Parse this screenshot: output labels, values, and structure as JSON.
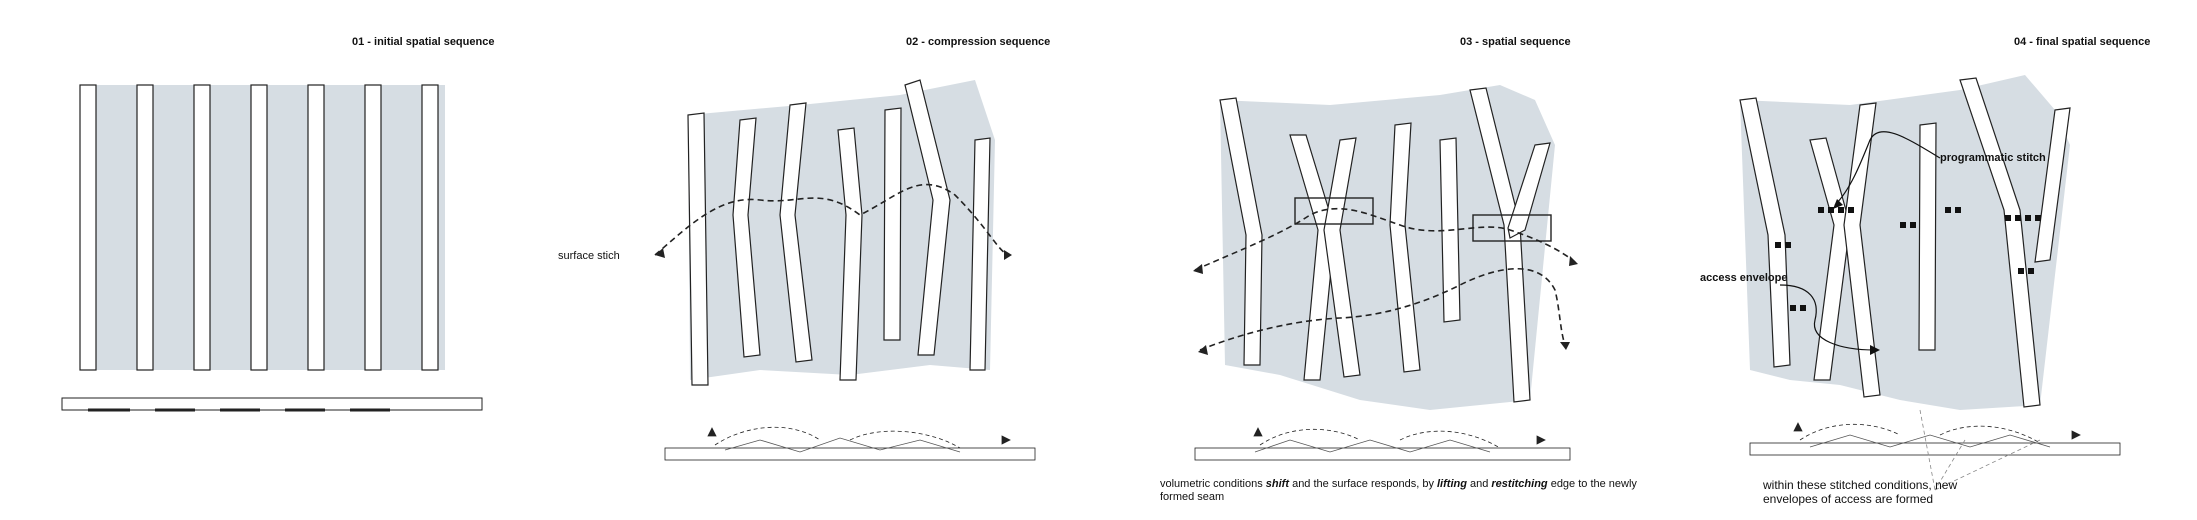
{
  "panels": [
    {
      "title": "01 - initial spatial sequence"
    },
    {
      "title": "02 - compression sequence"
    },
    {
      "title": "03 - spatial sequence"
    },
    {
      "title": "04 - final spatial sequence"
    }
  ],
  "labels": {
    "surface_stitch": "surface stich",
    "programmatic_stitch": "programmatic stitch",
    "access_envelope": "access envelope"
  },
  "captions": {
    "panel3": {
      "part1": "volumetric conditions ",
      "shift": "shift",
      "part2": " and the surface responds, by ",
      "lifting": "lifting",
      "part3": " and ",
      "restitching": "restitching",
      "part4": " edge to the newly formed seam"
    },
    "panel4": "within these stitched conditions, new envelopes of access are formed"
  },
  "colors": {
    "fill_blue": "#d6dde3",
    "line": "#222222",
    "bar": "#ffffff"
  }
}
